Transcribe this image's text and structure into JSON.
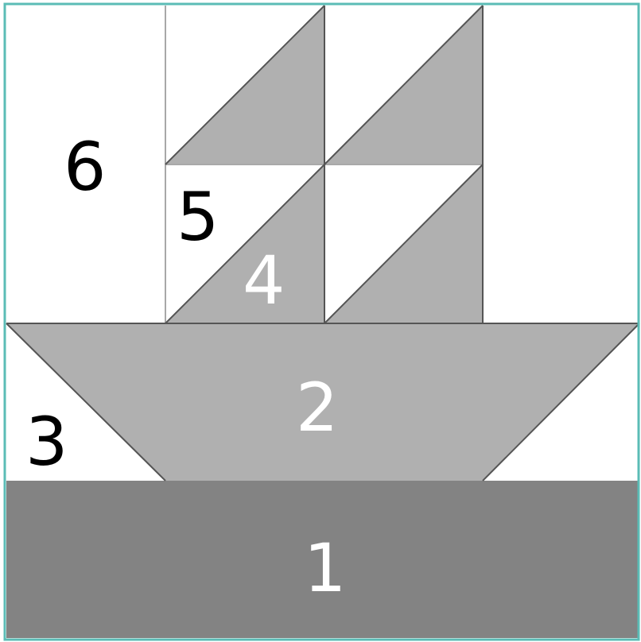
{
  "colors": {
    "border": "#5bbcb6",
    "background": "#ffffff",
    "light_gray": "#b0b0b0",
    "dark_gray": "#838383",
    "grid_line": "#a8a8a8",
    "dark_line": "#555555",
    "text_dark": "#000000",
    "text_light": "#ffffff"
  },
  "labels": {
    "piece_1": "1",
    "piece_2": "2",
    "piece_3": "3",
    "piece_4": "4",
    "piece_5": "5",
    "piece_6": "6"
  }
}
